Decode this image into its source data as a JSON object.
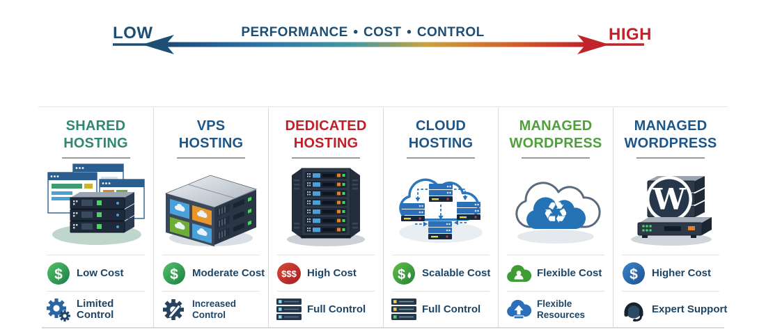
{
  "scale": {
    "low": "LOW",
    "high": "HIGH",
    "label": "PERFORMANCE • COST • CONTROL"
  },
  "icons": {
    "dollar": "$",
    "triple_dollar": "$$$",
    "recycle_glyph": "♻",
    "wordpress_w": "W"
  },
  "colors": {
    "scale_navy": "#1D4E74",
    "scale_red": "#C1232B",
    "title_teal_green": "#2E8872",
    "title_blue": "#1D5689",
    "title_red": "#C02128",
    "title_wp_green": "#4FA03C",
    "label_text": "#1D4565",
    "icon_green": "#3FA04A",
    "icon_blue": "#2A6FB8",
    "icon_red": "#C5271F",
    "divider": "#D9D9D9"
  },
  "columns": [
    {
      "title_line1": "SHARED",
      "title_line2": "HOSTING",
      "illustration": "browser-windows-with-server-stack",
      "cost": {
        "icon": "dollar-circle-green",
        "label": "Low Cost"
      },
      "control": {
        "icon": "gears-blue",
        "label": "Limited Control"
      }
    },
    {
      "title_line1": "VPS",
      "title_line2": "HOSTING",
      "illustration": "partitioned-server-box",
      "cost": {
        "icon": "dollar-circle-green",
        "label": "Moderate Cost"
      },
      "control": {
        "icon": "gear-pencil-navy",
        "label": "Increased Control"
      }
    },
    {
      "title_line1": "DEDICATED",
      "title_line2": "HOSTING",
      "illustration": "dedicated-server-tower",
      "cost": {
        "icon": "triple-dollar-circle-red",
        "label": "High Cost"
      },
      "control": {
        "icon": "server-stack-navy",
        "label": "Full Control"
      }
    },
    {
      "title_line1": "CLOUD",
      "title_line2": "HOSTING",
      "illustration": "cloud-with-linked-servers",
      "cost": {
        "icon": "dollar-scalable-circle-green",
        "label": "Scalable Cost"
      },
      "control": {
        "icon": "server-stack-navy",
        "label": "Full Control"
      }
    },
    {
      "title_line1": "MANAGED",
      "title_line2": "WORDPRESS",
      "illustration": "cloud-with-recycle-arrows",
      "cost": {
        "icon": "cloud-green",
        "label": "Flexible Cost"
      },
      "control": {
        "icon": "cloud-arrow-blue",
        "label": "Flexible Resources"
      }
    },
    {
      "title_line1": "MANAGED",
      "title_line2": "WORDPRESS",
      "illustration": "wordpress-server-stack",
      "cost": {
        "icon": "dollar-circle-blue",
        "label": "Higher Cost"
      },
      "control": {
        "icon": "headset-navy",
        "label": "Expert Support"
      }
    }
  ]
}
